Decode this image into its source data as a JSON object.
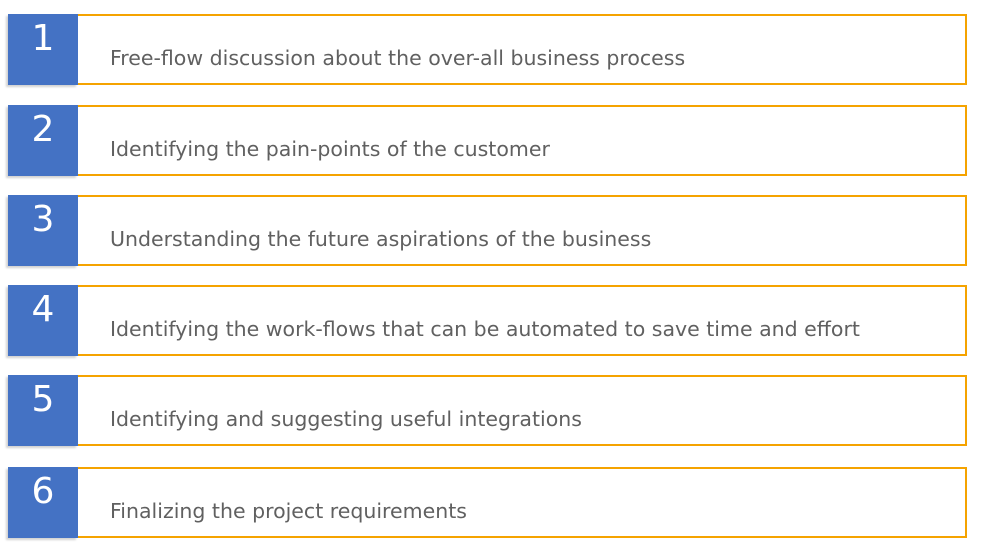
{
  "steps": [
    {
      "number": "1",
      "text": "Free-flow discussion about the over-all business process"
    },
    {
      "number": "2",
      "text": "Identifying the pain-points of the customer"
    },
    {
      "number": "3",
      "text": "Understanding the future aspirations of the business"
    },
    {
      "number": "4",
      "text": "Identifying the work-flows that can be automated to save time and effort"
    },
    {
      "number": "5",
      "text": "Identifying and suggesting useful integrations"
    },
    {
      "number": "6",
      "text": "Finalizing the project requirements"
    }
  ],
  "colors": {
    "number_box": "#4472C4",
    "border": "#F5A300",
    "text": "#606060"
  }
}
